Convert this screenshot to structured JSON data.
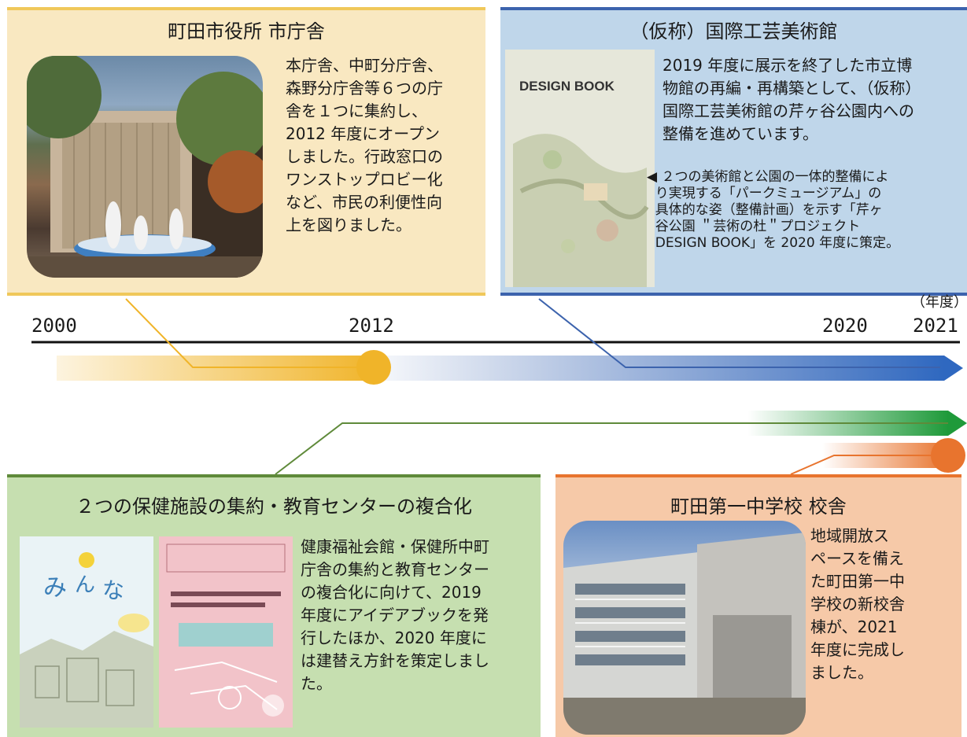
{
  "panels": {
    "city_hall": {
      "title": "町田市役所 市庁舎",
      "text": [
        "本庁舎、中町分庁舎、",
        "森野分庁舎等６つの庁",
        "舎を１つに集約し、",
        "2012 年度にオープン",
        "しました。行政窓口の",
        "ワンストップロビー化",
        "など、市民の利便性向",
        "上を図りました。"
      ]
    },
    "museum": {
      "title": "（仮称）国際工芸美術館",
      "text": [
        "2019 年度に展示を終了した市立博",
        "物館の再編・再構築として、（仮称）",
        "国際工芸美術館の芹ヶ谷公園内への",
        "整備を進めています。"
      ],
      "note": [
        "◀ ２つの美術館と公園の一体的整備によ",
        "  り実現する「パークミュージアム」の",
        "  具体的な姿（整備計画）を示す「芹ヶ",
        "  谷公園 ＂芸術の杜＂プロジェクト",
        "  DESIGN BOOK」を 2020 年度に策定。"
      ],
      "book_label": "DESIGN BOOK"
    },
    "health": {
      "title": "２つの保健施設の集約・教育センターの複合化",
      "text": [
        "健康福祉会館・保健所中町",
        "庁舎の集約と教育センター",
        "の複合化に向けて、2019",
        "年度にアイデアブックを発",
        "行したほか、2020 年度に",
        "は建替え方針を策定しまし",
        "た。"
      ]
    },
    "school": {
      "title": "町田第一中学校 校舎",
      "text": [
        "地域開放ス",
        "ペースを備え",
        "た町田第一中",
        "学校の新校舎",
        "棟が、2021",
        "年度に完成し",
        "ました。"
      ]
    }
  },
  "timeline": {
    "unit": "（年度）",
    "ticks": [
      "2000",
      "2012",
      "2020",
      "2021"
    ],
    "colors": {
      "city_hall": "#f0b429",
      "museum": "#3c63ad",
      "health": "#1f9a3a",
      "school": "#e8742e"
    }
  }
}
